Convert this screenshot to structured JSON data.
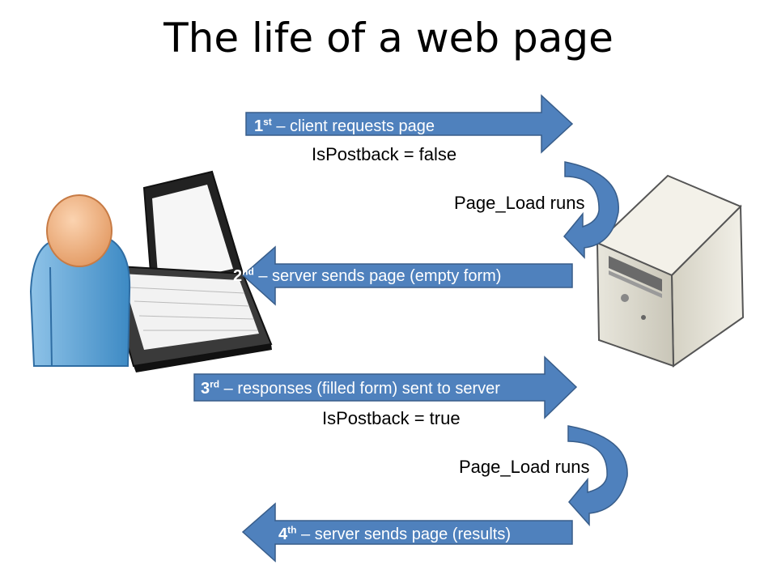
{
  "title": "The life of a web page",
  "steps": [
    {
      "num": "1",
      "suffix": "st",
      "text": " – client requests page"
    },
    {
      "num": "2",
      "suffix": "nd",
      "text": " – server sends page (empty form)"
    },
    {
      "num": "3",
      "suffix": "rd",
      "text": " – responses (filled form) sent to server"
    },
    {
      "num": "4",
      "suffix": "th",
      "text": " – server sends page (results)"
    }
  ],
  "notes": {
    "postback_false": "IsPostback = false",
    "page_load_1": "Page_Load runs",
    "postback_true": "IsPostback = true",
    "page_load_2": "Page_Load runs"
  },
  "colors": {
    "arrow_blue": "#4f81bd",
    "person_blue": "#5b9bd5",
    "skin": "#f4b183"
  }
}
